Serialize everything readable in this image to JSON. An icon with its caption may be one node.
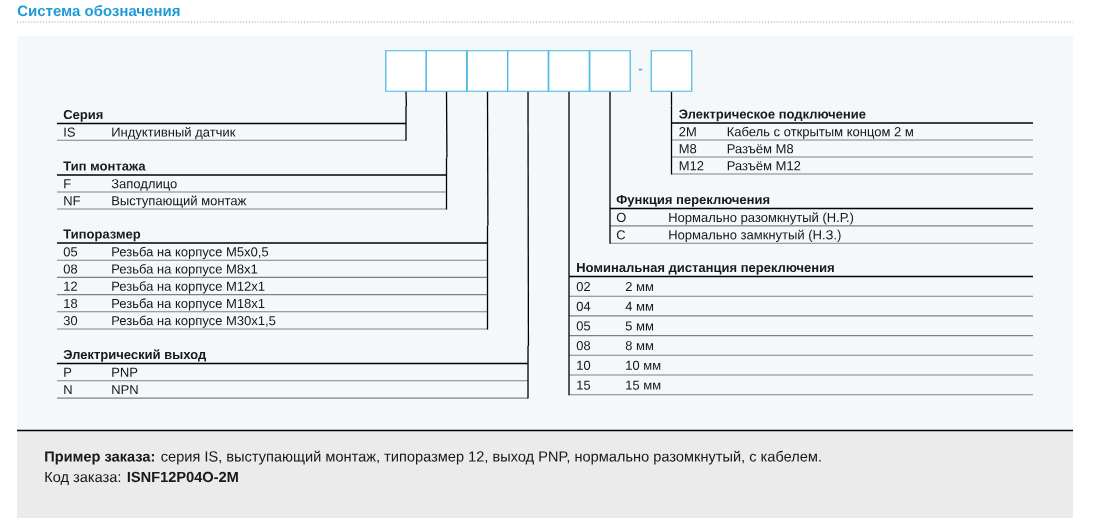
{
  "diagram": {
    "title": "Система обозначения",
    "nodes": [
      {
        "text": [],
        "shape": "box"
      },
      {
        "text": [],
        "shape": "box"
      },
      {
        "text": [],
        "shape": "box"
      },
      {
        "text": [],
        "shape": "box"
      },
      {
        "text": [],
        "shape": "box"
      },
      {
        "text": [],
        "shape": "box"
      },
      {
        "text": [],
        "shape": "box"
      },
      {
        "text": [
          "Серия",
          "IS",
          "Индуктивный датчик"
        ]
      },
      {
        "text": [
          "Электрическое подключение",
          "2M",
          "Кабель с открытым концом 2 м",
          "M8",
          "Разъём M8",
          "M12",
          "Разъём M12"
        ]
      },
      {
        "text": [
          "Тип монтажа",
          "F",
          "Заподлицо",
          "NF",
          "Выступающий монтаж"
        ]
      },
      {
        "text": [
          "Функция переключения",
          "O",
          "Нормально разомкнутый (Н.Р.)",
          "C",
          "Нормально замкнутый (Н.З.)"
        ]
      },
      {
        "text": [
          "Типоразмер",
          "05",
          "Резьба на корпусе M5x0,5",
          "08",
          "Резьба на корпусе M8x1",
          "12",
          "Резьба на корпусе M12x1",
          "18",
          "Резьба на корпусе M18x1",
          "30",
          "Резьба на корпусе M30x1,5"
        ]
      },
      {
        "text": [
          "Номинальная дистанция переключения",
          "02",
          "2 мм",
          "04",
          "4 мм",
          "05",
          "5 мм",
          "08",
          "8 мм",
          "10",
          "10 мм",
          "15",
          "15 мм"
        ]
      },
      {
        "text": [
          "Электрический выход",
          "P",
          "PNP",
          "N",
          "NPN"
        ]
      }
    ],
    "edges": [
      {
        "from": 0,
        "to": 7,
        "arrow": "none"
      },
      {
        "from": 1,
        "to": 9,
        "arrow": "none"
      },
      {
        "from": 2,
        "to": 11,
        "arrow": "none"
      },
      {
        "from": 3,
        "to": 13,
        "arrow": "none"
      },
      {
        "from": 4,
        "to": 12,
        "arrow": "none"
      },
      {
        "from": 5,
        "to": 10,
        "arrow": "none"
      },
      {
        "from": 6,
        "to": 8,
        "arrow": "none"
      }
    ],
    "labels": [
      "-",
      "**Пример заказа:** серия IS, выступающий монтаж, типоразмер 12, выход PNP, нормально разомкнутый, с кабелем.",
      "Код заказа: **ISNF12P04O-2M**"
    ]
  }
}
